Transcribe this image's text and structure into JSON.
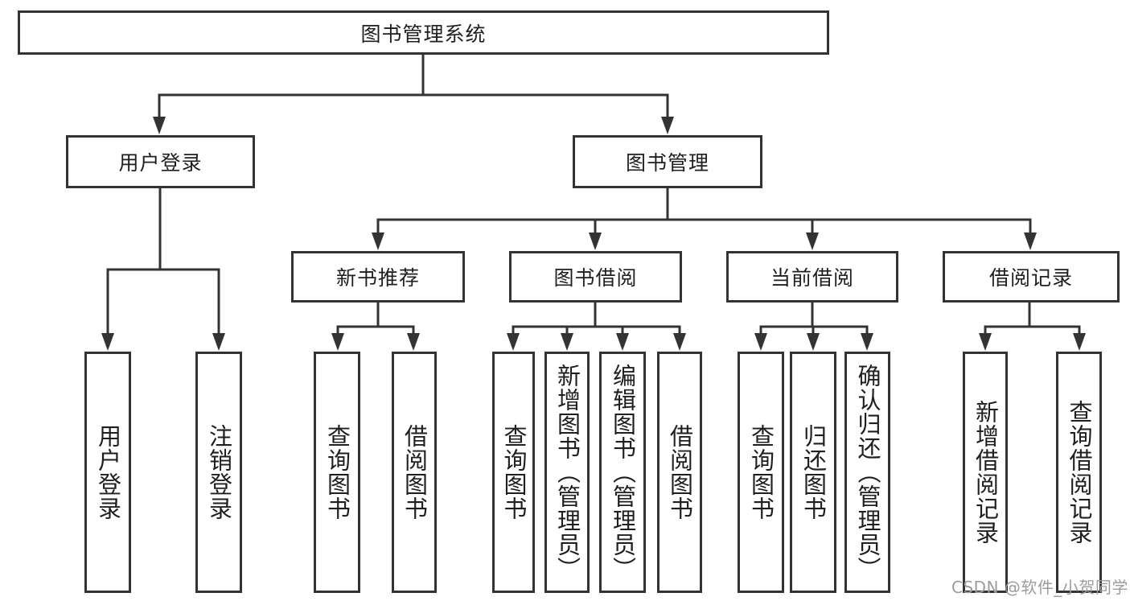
{
  "diagram": {
    "title": "图书管理系统",
    "tree": {
      "root": {
        "label": "图书管理系统"
      },
      "user_login": {
        "label": "用户登录",
        "children": {
          "user_login": {
            "label": "用户登录"
          },
          "logout": {
            "label": "注销登录"
          }
        }
      },
      "book_mgmt": {
        "label": "图书管理",
        "children": {
          "new_book_rec": {
            "label": "新书推荐",
            "children": {
              "query_book": {
                "label": "查询图书"
              },
              "borrow_book": {
                "label": "借阅图书"
              }
            }
          },
          "book_borrow": {
            "label": "图书借阅",
            "children": {
              "query_book": {
                "label": "查询图书"
              },
              "add_book": {
                "label": "新增图书（管理员）"
              },
              "edit_book": {
                "label": "编辑图书（管理员）"
              },
              "borrow_book": {
                "label": "借阅图书"
              }
            }
          },
          "current_borrow": {
            "label": "当前借阅",
            "children": {
              "query_book": {
                "label": "查询图书"
              },
              "return_book": {
                "label": "归还图书"
              },
              "confirm_return": {
                "label": "确认归还（管理员）"
              }
            }
          },
          "borrow_record": {
            "label": "借阅记录",
            "children": {
              "add_record": {
                "label": "新增借阅记录"
              },
              "query_record": {
                "label": "查询借阅记录"
              }
            }
          }
        }
      }
    }
  },
  "watermark": "CSDN @软件_小贺同学",
  "colors": {
    "background": "#ffffff",
    "line": "#333333",
    "box_fill": "#ffffff",
    "text": "#1f1f1f",
    "watermark": "#9c9c9c"
  }
}
